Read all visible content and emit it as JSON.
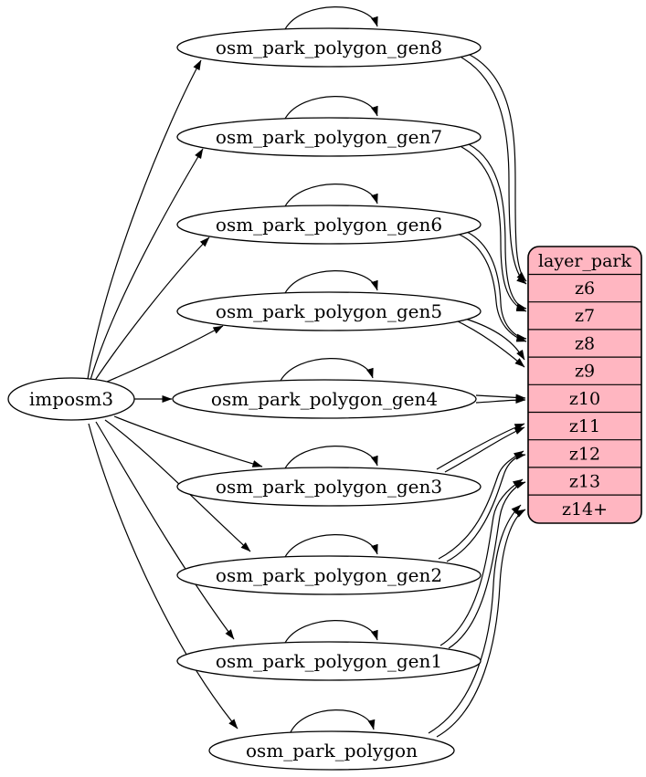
{
  "diagram": {
    "type": "etl-graph",
    "background": "#ffffff",
    "colors": {
      "layer_fill": "#ffb6c1",
      "node_fill": "#ffffff",
      "edge_stroke": "#000000",
      "text": "#000000"
    },
    "imposm_node": {
      "label": "imposm3"
    },
    "table_nodes": [
      {
        "label": "osm_park_polygon_gen8",
        "maps_to": "z6"
      },
      {
        "label": "osm_park_polygon_gen7",
        "maps_to": "z7"
      },
      {
        "label": "osm_park_polygon_gen6",
        "maps_to": "z8"
      },
      {
        "label": "osm_park_polygon_gen5",
        "maps_to": "z9"
      },
      {
        "label": "osm_park_polygon_gen4",
        "maps_to": "z10"
      },
      {
        "label": "osm_park_polygon_gen3",
        "maps_to": "z11"
      },
      {
        "label": "osm_park_polygon_gen2",
        "maps_to": "z12"
      },
      {
        "label": "osm_park_polygon_gen1",
        "maps_to": "z13"
      },
      {
        "label": "osm_park_polygon",
        "maps_to": "z14+"
      }
    ],
    "layer_table": {
      "header": "layer_park",
      "rows": [
        "z6",
        "z7",
        "z8",
        "z9",
        "z10",
        "z11",
        "z12",
        "z13",
        "z14+"
      ]
    },
    "edges": {
      "from_imposm3": [
        "osm_park_polygon_gen8",
        "osm_park_polygon_gen7",
        "osm_park_polygon_gen6",
        "osm_park_polygon_gen5",
        "osm_park_polygon_gen4",
        "osm_park_polygon_gen3",
        "osm_park_polygon_gen2",
        "osm_park_polygon_gen1",
        "osm_park_polygon"
      ],
      "self_loops": [
        "osm_park_polygon_gen8",
        "osm_park_polygon_gen7",
        "osm_park_polygon_gen6",
        "osm_park_polygon_gen5",
        "osm_park_polygon_gen4",
        "osm_park_polygon_gen3",
        "osm_park_polygon_gen2",
        "osm_park_polygon_gen1",
        "osm_park_polygon"
      ],
      "to_layer": [
        {
          "from": "osm_park_polygon_gen8",
          "to": "z6",
          "parallel_edges": 2
        },
        {
          "from": "osm_park_polygon_gen7",
          "to": "z7",
          "parallel_edges": 2
        },
        {
          "from": "osm_park_polygon_gen6",
          "to": "z8",
          "parallel_edges": 2
        },
        {
          "from": "osm_park_polygon_gen5",
          "to": "z9",
          "parallel_edges": 2
        },
        {
          "from": "osm_park_polygon_gen4",
          "to": "z10",
          "parallel_edges": 2
        },
        {
          "from": "osm_park_polygon_gen3",
          "to": "z11",
          "parallel_edges": 2
        },
        {
          "from": "osm_park_polygon_gen2",
          "to": "z12",
          "parallel_edges": 2
        },
        {
          "from": "osm_park_polygon_gen1",
          "to": "z13",
          "parallel_edges": 2
        },
        {
          "from": "osm_park_polygon",
          "to": "z14+",
          "parallel_edges": 2
        }
      ]
    }
  }
}
